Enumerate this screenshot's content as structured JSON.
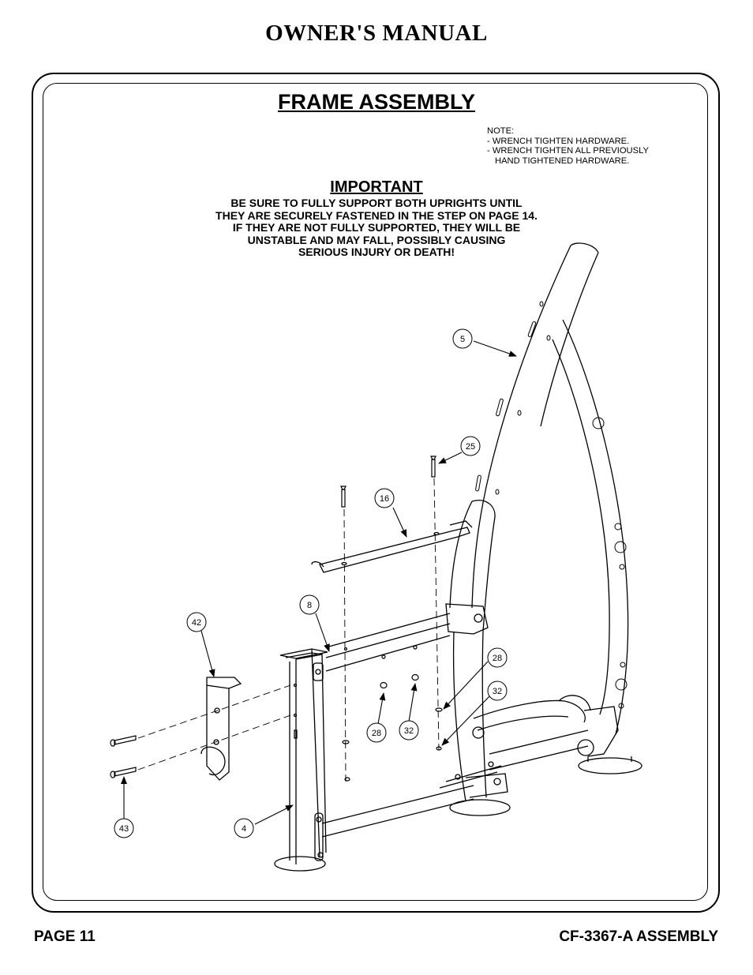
{
  "header": {
    "title": "OWNER'S MANUAL"
  },
  "section": {
    "title": "FRAME ASSEMBLY"
  },
  "note": {
    "heading": "NOTE:",
    "lines": [
      "-  WRENCH TIGHTEN HARDWARE.",
      "-  WRENCH TIGHTEN ALL PREVIOUSLY",
      "HAND TIGHTENED HARDWARE."
    ]
  },
  "important": {
    "heading": "IMPORTANT",
    "lines": [
      "BE SURE TO FULLY SUPPORT BOTH UPRIGHTS UNTIL",
      "THEY ARE SECURELY FASTENED IN THE STEP ON PAGE 14.",
      "IF THEY ARE NOT FULLY SUPPORTED, THEY WILL BE",
      "UNSTABLE AND MAY FALL, POSSIBLY CAUSING",
      "SERIOUS INJURY OR DEATH!"
    ]
  },
  "callouts": {
    "c5": "5",
    "c25": "25",
    "c16": "16",
    "c8": "8",
    "c42": "42",
    "c28a": "28",
    "c32a": "32",
    "c28b": "28",
    "c32b": "32",
    "c43": "43",
    "c4": "4"
  },
  "footer": {
    "page": "PAGE 11",
    "model": "CF-3367-A ASSEMBLY"
  }
}
